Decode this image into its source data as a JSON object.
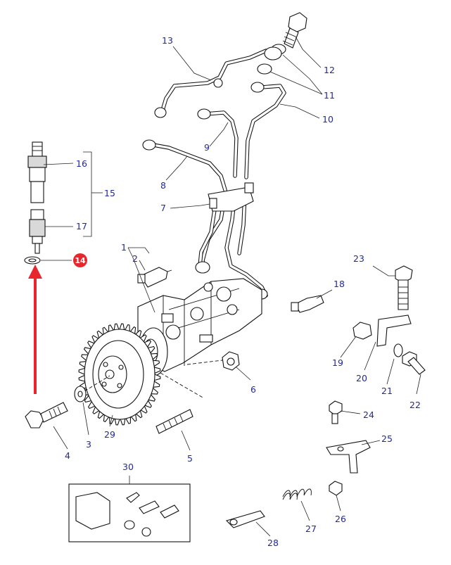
{
  "diagram": {
    "highlight_color": "#e8262b",
    "number_color": "#1f28a8",
    "arrow_color": "#e8262b",
    "labels": [
      {
        "id": "1",
        "text": "1"
      },
      {
        "id": "2",
        "text": "2"
      },
      {
        "id": "3",
        "text": "3"
      },
      {
        "id": "4",
        "text": "4"
      },
      {
        "id": "5",
        "text": "5"
      },
      {
        "id": "6",
        "text": "6"
      },
      {
        "id": "7",
        "text": "7"
      },
      {
        "id": "8",
        "text": "8"
      },
      {
        "id": "9",
        "text": "9"
      },
      {
        "id": "10",
        "text": "10"
      },
      {
        "id": "11",
        "text": "11"
      },
      {
        "id": "12",
        "text": "12"
      },
      {
        "id": "13",
        "text": "13"
      },
      {
        "id": "14",
        "text": "14"
      },
      {
        "id": "15",
        "text": "15"
      },
      {
        "id": "16",
        "text": "16"
      },
      {
        "id": "17",
        "text": "17"
      },
      {
        "id": "18",
        "text": "18"
      },
      {
        "id": "19",
        "text": "19"
      },
      {
        "id": "20",
        "text": "20"
      },
      {
        "id": "21",
        "text": "21"
      },
      {
        "id": "22",
        "text": "22"
      },
      {
        "id": "23",
        "text": "23"
      },
      {
        "id": "24",
        "text": "24"
      },
      {
        "id": "25",
        "text": "25"
      },
      {
        "id": "26",
        "text": "26"
      },
      {
        "id": "27",
        "text": "27"
      },
      {
        "id": "28",
        "text": "28"
      },
      {
        "id": "29",
        "text": "29"
      },
      {
        "id": "30",
        "text": "30"
      }
    ],
    "highlighted_part": "14"
  }
}
